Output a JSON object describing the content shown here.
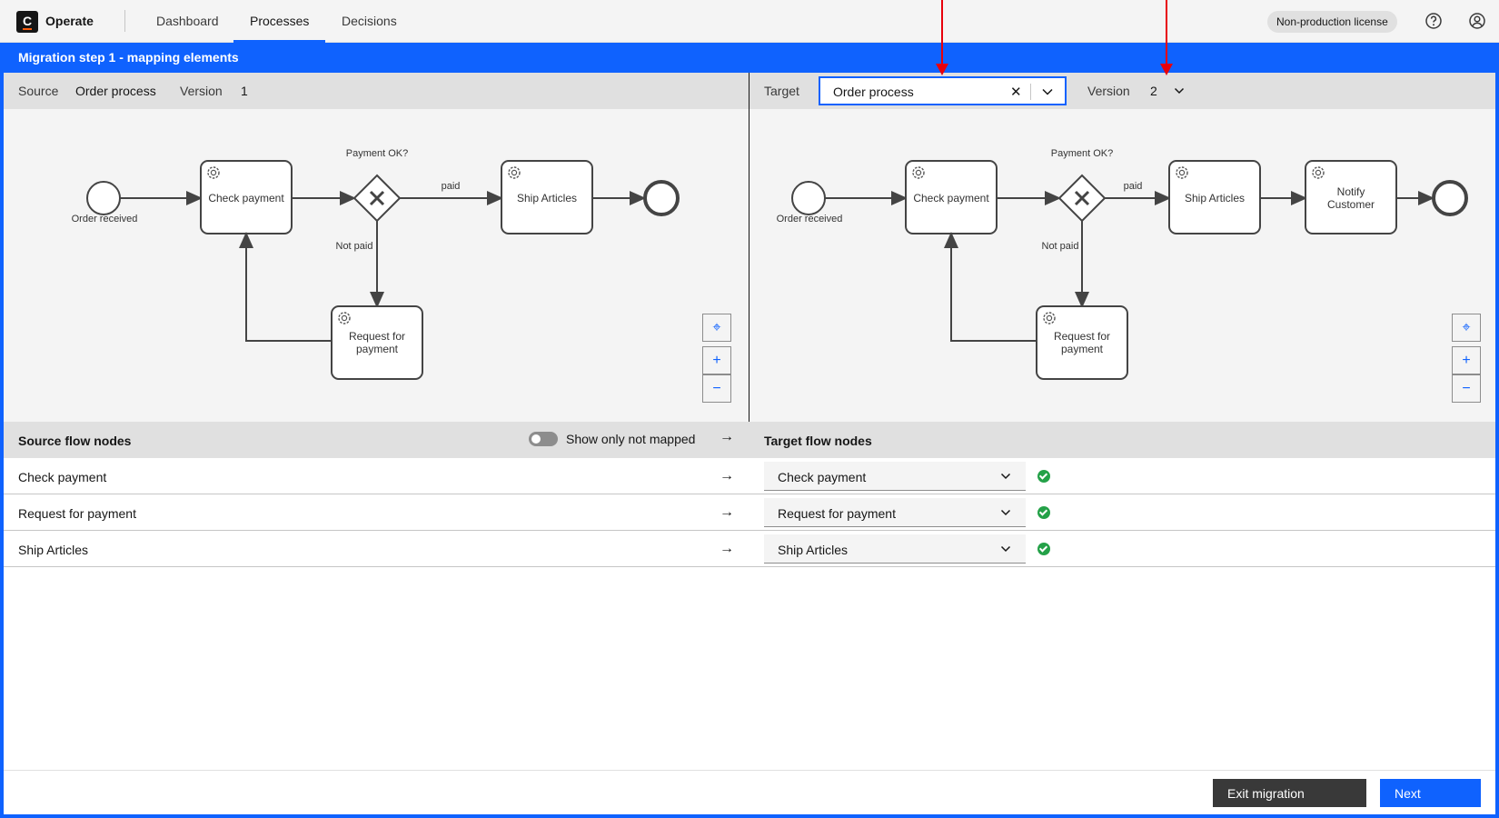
{
  "header": {
    "app_name": "Operate",
    "logo_letter": "C",
    "nav": [
      "Dashboard",
      "Processes",
      "Decisions"
    ],
    "active_tab": "Processes",
    "license": "Non-production license"
  },
  "migration": {
    "title": "Migration step 1 - mapping elements"
  },
  "source": {
    "label": "Source",
    "process": "Order process",
    "version_label": "Version",
    "version": "1"
  },
  "target": {
    "label": "Target",
    "process": "Order process",
    "version_label": "Version",
    "version": "2"
  },
  "diagram": {
    "start_event": "Order received",
    "gateway": "Payment OK?",
    "flow_paid": "paid",
    "flow_not_paid": "Not paid",
    "task_check": "Check payment",
    "task_request_1": "Request for",
    "task_request_2": "payment",
    "task_ship": "Ship Articles",
    "task_notify_1": "Notify",
    "task_notify_2": "Customer"
  },
  "zoom": {
    "reset": "⌖",
    "in": "+",
    "out": "−"
  },
  "table": {
    "source_header": "Source flow nodes",
    "target_header": "Target flow nodes",
    "toggle_label": "Show only not mapped",
    "rows": [
      {
        "source": "Check payment",
        "target": "Check payment"
      },
      {
        "source": "Request for payment",
        "target": "Request for payment"
      },
      {
        "source": "Ship Articles",
        "target": "Ship Articles"
      }
    ]
  },
  "buttons": {
    "exit": "Exit migration",
    "next": "Next"
  },
  "colors": {
    "accent": "#0f62fe",
    "success": "#24a148",
    "annotation": "#e8000b"
  }
}
